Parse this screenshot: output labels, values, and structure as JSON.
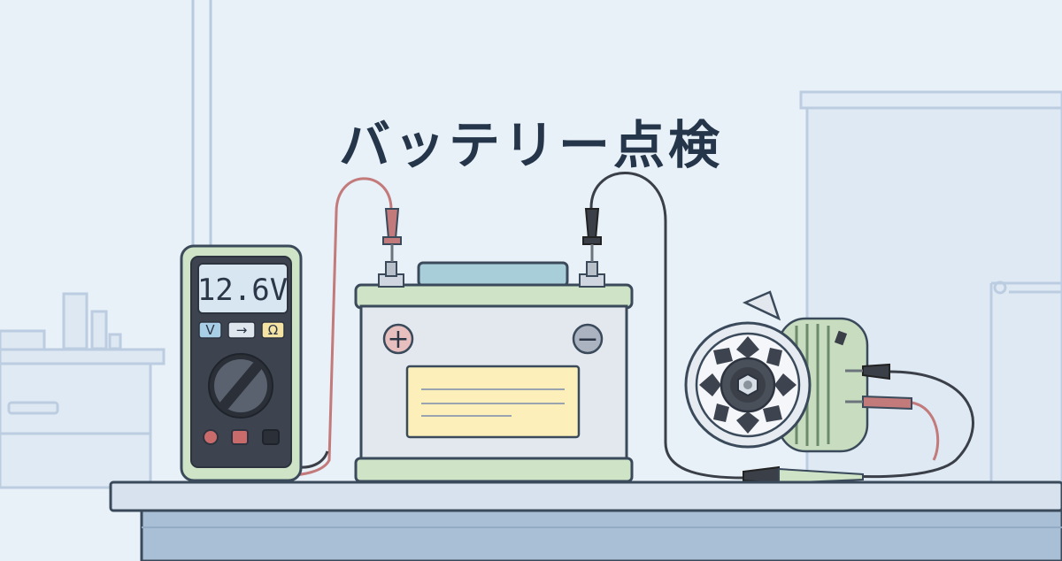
{
  "title": "バッテリー点検",
  "multimeter": {
    "display": "12.6V",
    "buttons": [
      "V",
      "→",
      "Ω"
    ],
    "colors": {
      "body": "#cfe3c7",
      "face": "#3d4450",
      "screen": "#d8e6f2"
    }
  },
  "battery": {
    "positive_symbol": "+",
    "negative_symbol": "−",
    "colors": {
      "lid": "#cfe3c7",
      "body": "#e3e8ef",
      "label": "#fcefb9",
      "cap": "#a8cfd9"
    }
  },
  "leads": {
    "red": "#c27a7a",
    "black": "#3a3f48"
  }
}
